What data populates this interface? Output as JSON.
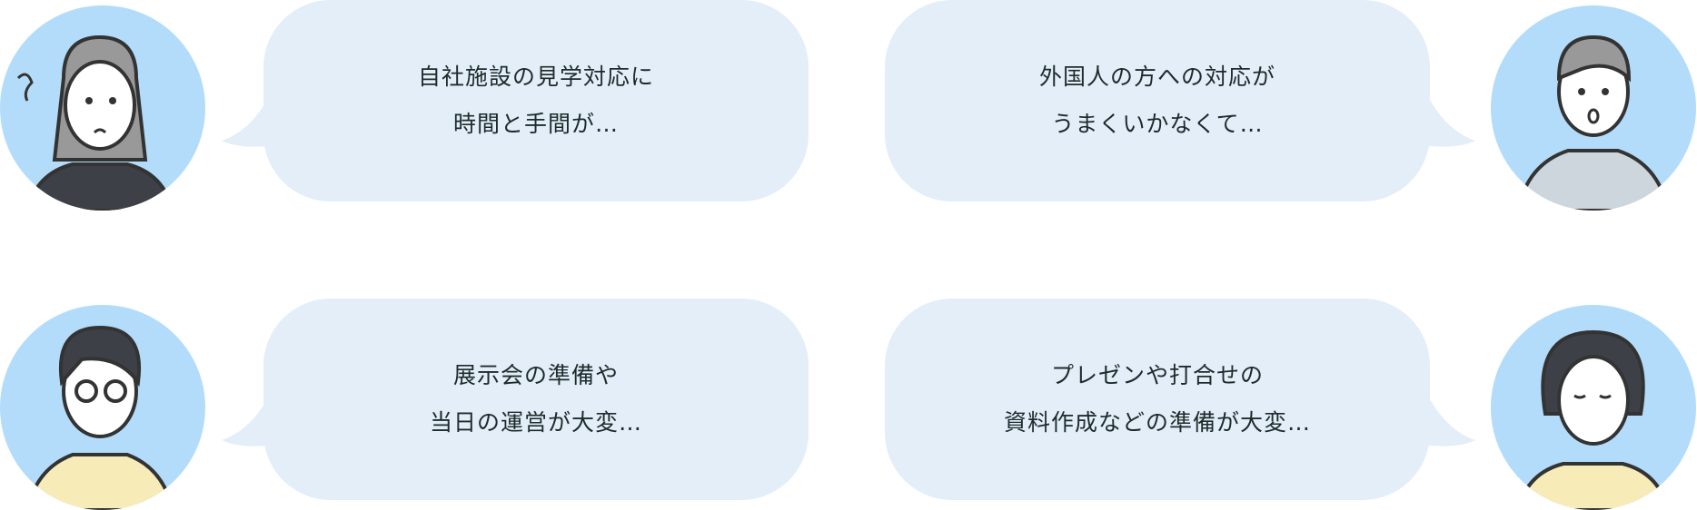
{
  "colors": {
    "bubble": "#e3eef8",
    "avatar_bg": "#b3dcfb",
    "text": "#1d2b2b",
    "outline": "#333333"
  },
  "concerns": [
    {
      "lines": [
        "自社施設の見学対応に",
        "時間と手間が…"
      ],
      "avatar": "woman-confused-icon"
    },
    {
      "lines": [
        "外国人の方への対応が",
        "うまくいかなくて…"
      ],
      "avatar": "man-worried-icon"
    },
    {
      "lines": [
        "展示会の準備や",
        "当日の運営が大変…"
      ],
      "avatar": "man-glasses-thinking-icon"
    },
    {
      "lines": [
        "プレゼンや打合せの",
        "資料作成などの準備が大変…"
      ],
      "avatar": "woman-tired-icon"
    }
  ]
}
